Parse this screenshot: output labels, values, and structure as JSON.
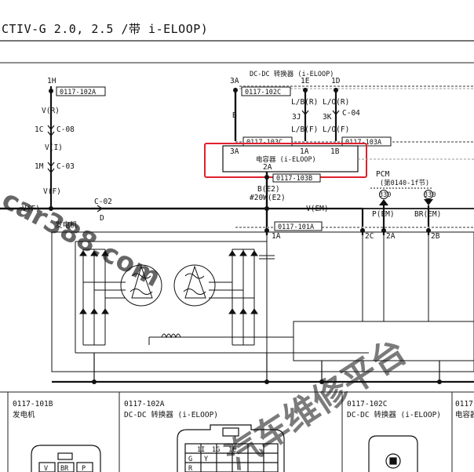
{
  "header": {
    "title": "CTIV-G 2.0, 2.5 /带 i-ELOOP)"
  },
  "dcdc": {
    "title": "DC-DC 转换器 (i-ELOOP)",
    "pin_3a": "3A",
    "pin_1e": "1E",
    "pin_1d": "1D",
    "conn_102c": "0117-102C",
    "wire_lbr": "L/B(R)",
    "wire_lor": "L/O(R)",
    "pin_3j": "3J",
    "pin_3k": "3K",
    "conn_c04": "C-04",
    "wire_lbf": "L/B(F)",
    "wire_lof": "L/O(F)",
    "wire_b": "B",
    "conn_103c": "0117-103C",
    "conn_103a": "0117-103A"
  },
  "capacitor": {
    "title": "电容器 (i-ELOOP)",
    "pin_3a": "3A",
    "pin_1a": "1A",
    "pin_1b": "1B",
    "pin_2a": "2A",
    "conn_103b": "0117-103B",
    "wire_be2": "B(E2)",
    "fuse": "#20W(E2)"
  },
  "left_chain": {
    "pin_1h": "1H",
    "conn_102a": "0117-102A",
    "wire_vr": "V(R)",
    "pin_1c": "1C",
    "conn_c08": "C-08",
    "wire_vi": "V(I)",
    "pin_1m": "1M",
    "conn_c03": "C-03",
    "wire_vf": "V(F)",
    "wire_vf2": "V(F)",
    "conn_c02": "C-02",
    "pin_d": "D"
  },
  "generator": {
    "label": "发电机",
    "conn_101a": "0117-101A",
    "pin_1a": "1A",
    "pin_2c": "2C",
    "pin_2a": "2A",
    "pin_2b": "2B",
    "wire_vem": "V(EM)"
  },
  "pcm": {
    "title": "PCM",
    "sub": "(第0140-1f节)",
    "ref1": "330",
    "ref2": "330",
    "wire_pem": "P(EM)",
    "wire_brem": "BR(EM)"
  },
  "connectors": [
    {
      "code": "0117-101B",
      "name": "发电机"
    },
    {
      "code": "0117-102A",
      "name": "DC-DC 转换器 (i-ELOOP)"
    },
    {
      "code": "0117-102C",
      "name": "DC-DC 转换器 (i-ELOOP)"
    },
    {
      "code": "0117-",
      "name": "电容器"
    }
  ],
  "pins_101b": {
    "p1": "V",
    "p2": "BR",
    "p3": "P"
  },
  "pins_102a": {
    "p1": "1I",
    "p2": "1G",
    "p3": "1E",
    "p4": "G",
    "p5": "Y",
    "p6": "R"
  },
  "watermark": {
    "site": "car388.com",
    "brand": "汽车维修平台"
  },
  "colors": {
    "highlight": "#e0202e",
    "watermark": "#1a72c8",
    "watermark_orange": "#e07020"
  }
}
